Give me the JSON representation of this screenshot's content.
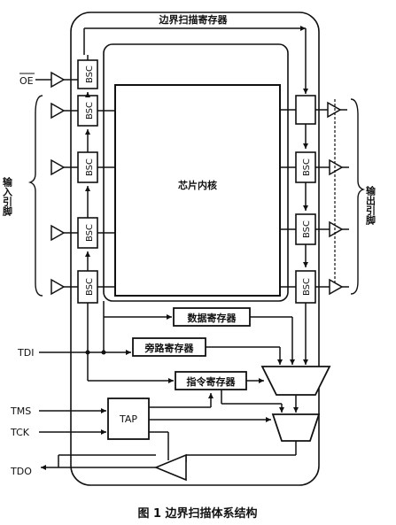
{
  "labels": {
    "boundary_scan_register": "边界扫描寄存器",
    "chip_core": "芯片内核",
    "data_register": "数据寄存器",
    "bypass_register": "旁路寄存器",
    "instruction_register": "指令寄存器",
    "input_pins": "输入引脚",
    "output_pins": "输出引脚",
    "oe": "OE",
    "tdi": "TDI",
    "tms": "TMS",
    "tck": "TCK",
    "tdo": "TDO",
    "tap": "TAP",
    "bsc": "BSC"
  },
  "caption": "图 1   边界扫描体系结构"
}
